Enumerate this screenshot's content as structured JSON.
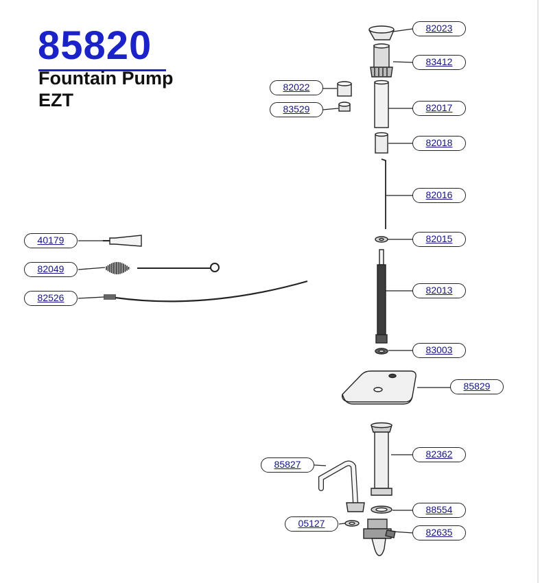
{
  "header": {
    "model_number": "85820",
    "title_line1": "Fountain Pump",
    "title_line2": "EZT"
  },
  "colors": {
    "model_blue": "#1a22c8",
    "link_blue": "#141488",
    "outline": "#222222"
  },
  "parts": [
    {
      "key": "p82023",
      "number": "82023"
    },
    {
      "key": "p83412",
      "number": "83412"
    },
    {
      "key": "p82022",
      "number": "82022"
    },
    {
      "key": "p83529",
      "number": "83529"
    },
    {
      "key": "p82017",
      "number": "82017"
    },
    {
      "key": "p82018",
      "number": "82018"
    },
    {
      "key": "p82016",
      "number": "82016"
    },
    {
      "key": "p40179",
      "number": "40179"
    },
    {
      "key": "p82015",
      "number": "82015"
    },
    {
      "key": "p82049",
      "number": "82049"
    },
    {
      "key": "p82013",
      "number": "82013"
    },
    {
      "key": "p82526",
      "number": "82526"
    },
    {
      "key": "p83003",
      "number": "83003"
    },
    {
      "key": "p85829",
      "number": "85829"
    },
    {
      "key": "p82362",
      "number": "82362"
    },
    {
      "key": "p85827",
      "number": "85827"
    },
    {
      "key": "p88554",
      "number": "88554"
    },
    {
      "key": "p05127",
      "number": "05127"
    },
    {
      "key": "p82635",
      "number": "82635"
    }
  ]
}
